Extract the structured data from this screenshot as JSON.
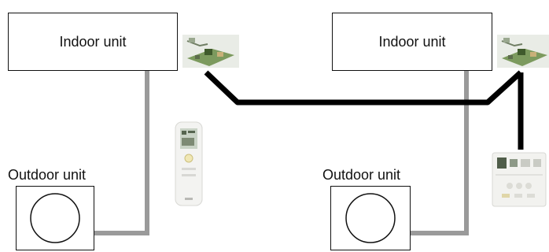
{
  "diagram": {
    "system_left": {
      "indoor_label": "Indoor unit",
      "outdoor_label": "Outdoor unit"
    },
    "system_right": {
      "indoor_label": "Indoor unit",
      "outdoor_label": "Outdoor unit"
    }
  },
  "colors": {
    "refrigerant_pipe": "#9a9a9a",
    "control_wire": "#000000",
    "pcb_board": "#7c9a5e",
    "box_border": "#111111"
  },
  "icons": [
    "pcb-board-icon",
    "wireless-remote-icon",
    "wired-controller-icon",
    "fan-icon"
  ]
}
